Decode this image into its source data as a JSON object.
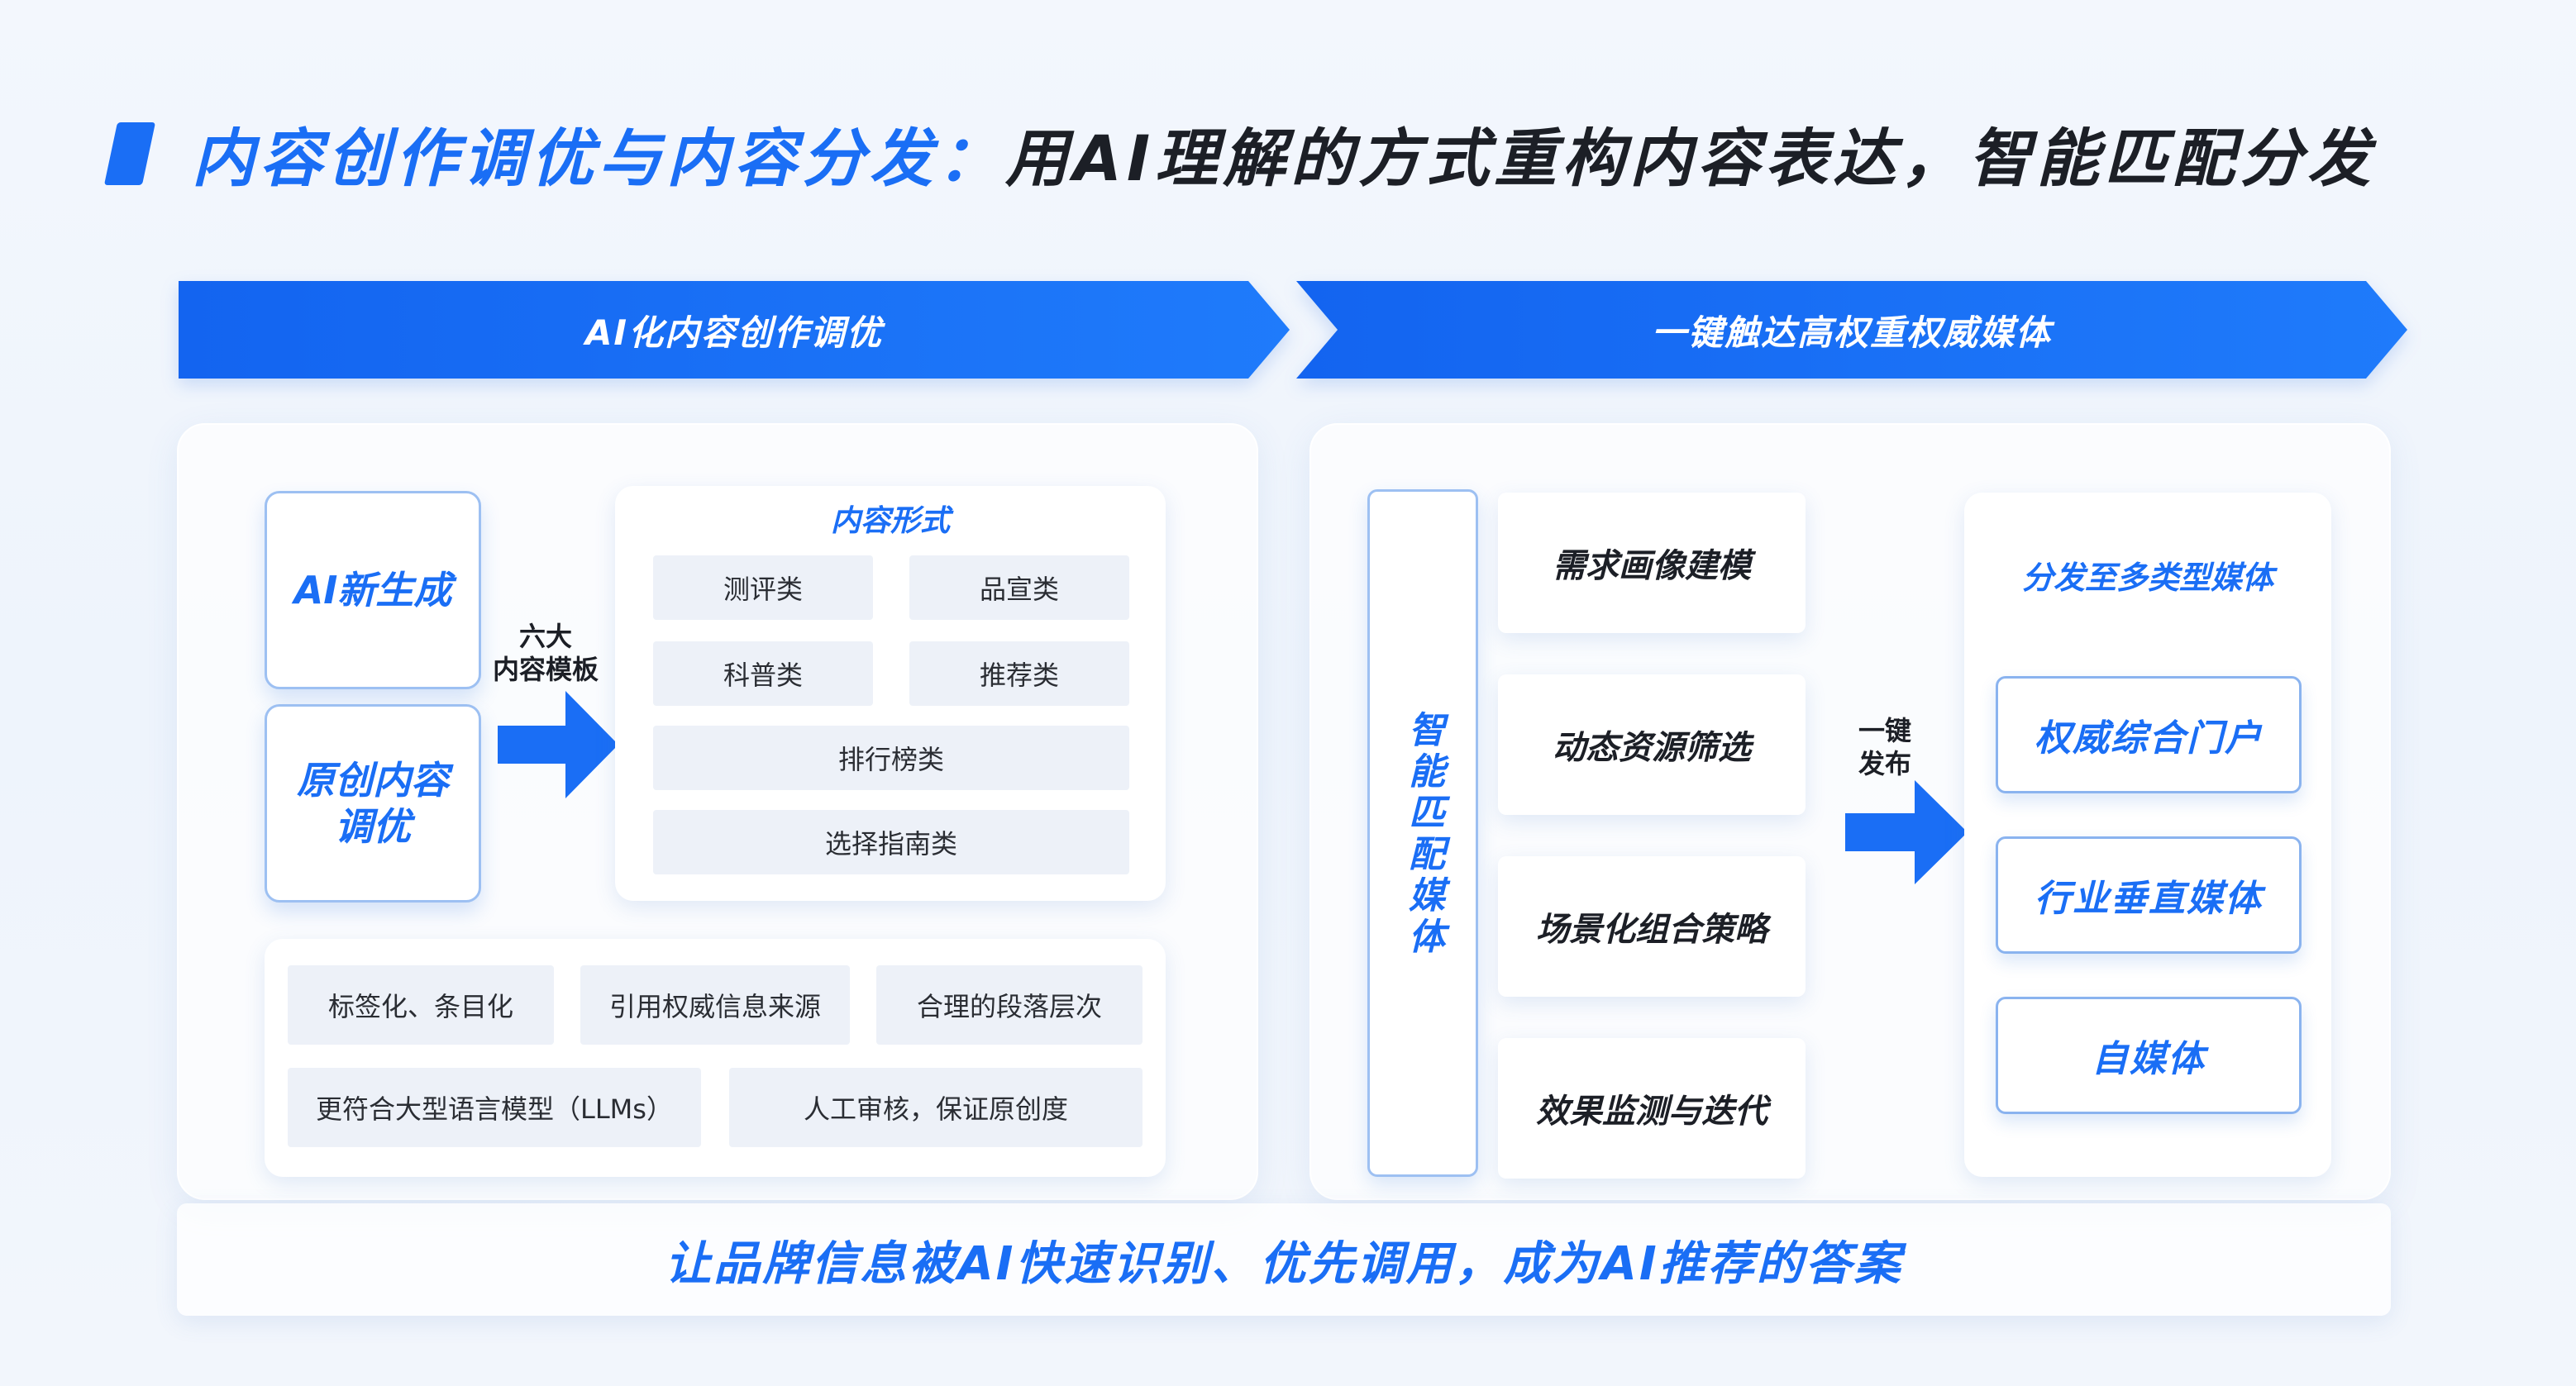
{
  "title": {
    "highlight": "内容创作调优与内容分发：",
    "main": "用AI理解的方式重构内容表达，智能匹配分发"
  },
  "banners": {
    "left": "AI化内容创作调优",
    "right": "一键触达高权重权威媒体"
  },
  "creation": {
    "sources": [
      "AI新生成",
      "原创内容调优"
    ],
    "arrow_label": [
      "六大",
      "内容模板"
    ],
    "forms": {
      "title": "内容形式",
      "items": [
        "测评类",
        "品宣类",
        "科普类",
        "推荐类",
        "排行榜类",
        "选择指南类"
      ]
    },
    "features": [
      "标签化、条目化",
      "引用权威信息来源",
      "合理的段落层次",
      "更符合大型语言模型（LLMs）",
      "人工审核，保证原创度"
    ]
  },
  "distribution": {
    "smart_match": "智能匹配媒体",
    "steps": [
      "需求画像建模",
      "动态资源筛选",
      "场景化组合策略",
      "效果监测与迭代"
    ],
    "arrow_label": [
      "一键",
      "发布"
    ],
    "media": {
      "title": "分发至多类型媒体",
      "items": [
        "权威综合门户",
        "行业垂直媒体",
        "自媒体"
      ]
    }
  },
  "footer": "让品牌信息被AI快速识别、优先调用，成为AI推荐的答案",
  "colors": {
    "accent": "#1a6ef5",
    "text": "#1c1f26",
    "chip": "#edf1f8"
  }
}
